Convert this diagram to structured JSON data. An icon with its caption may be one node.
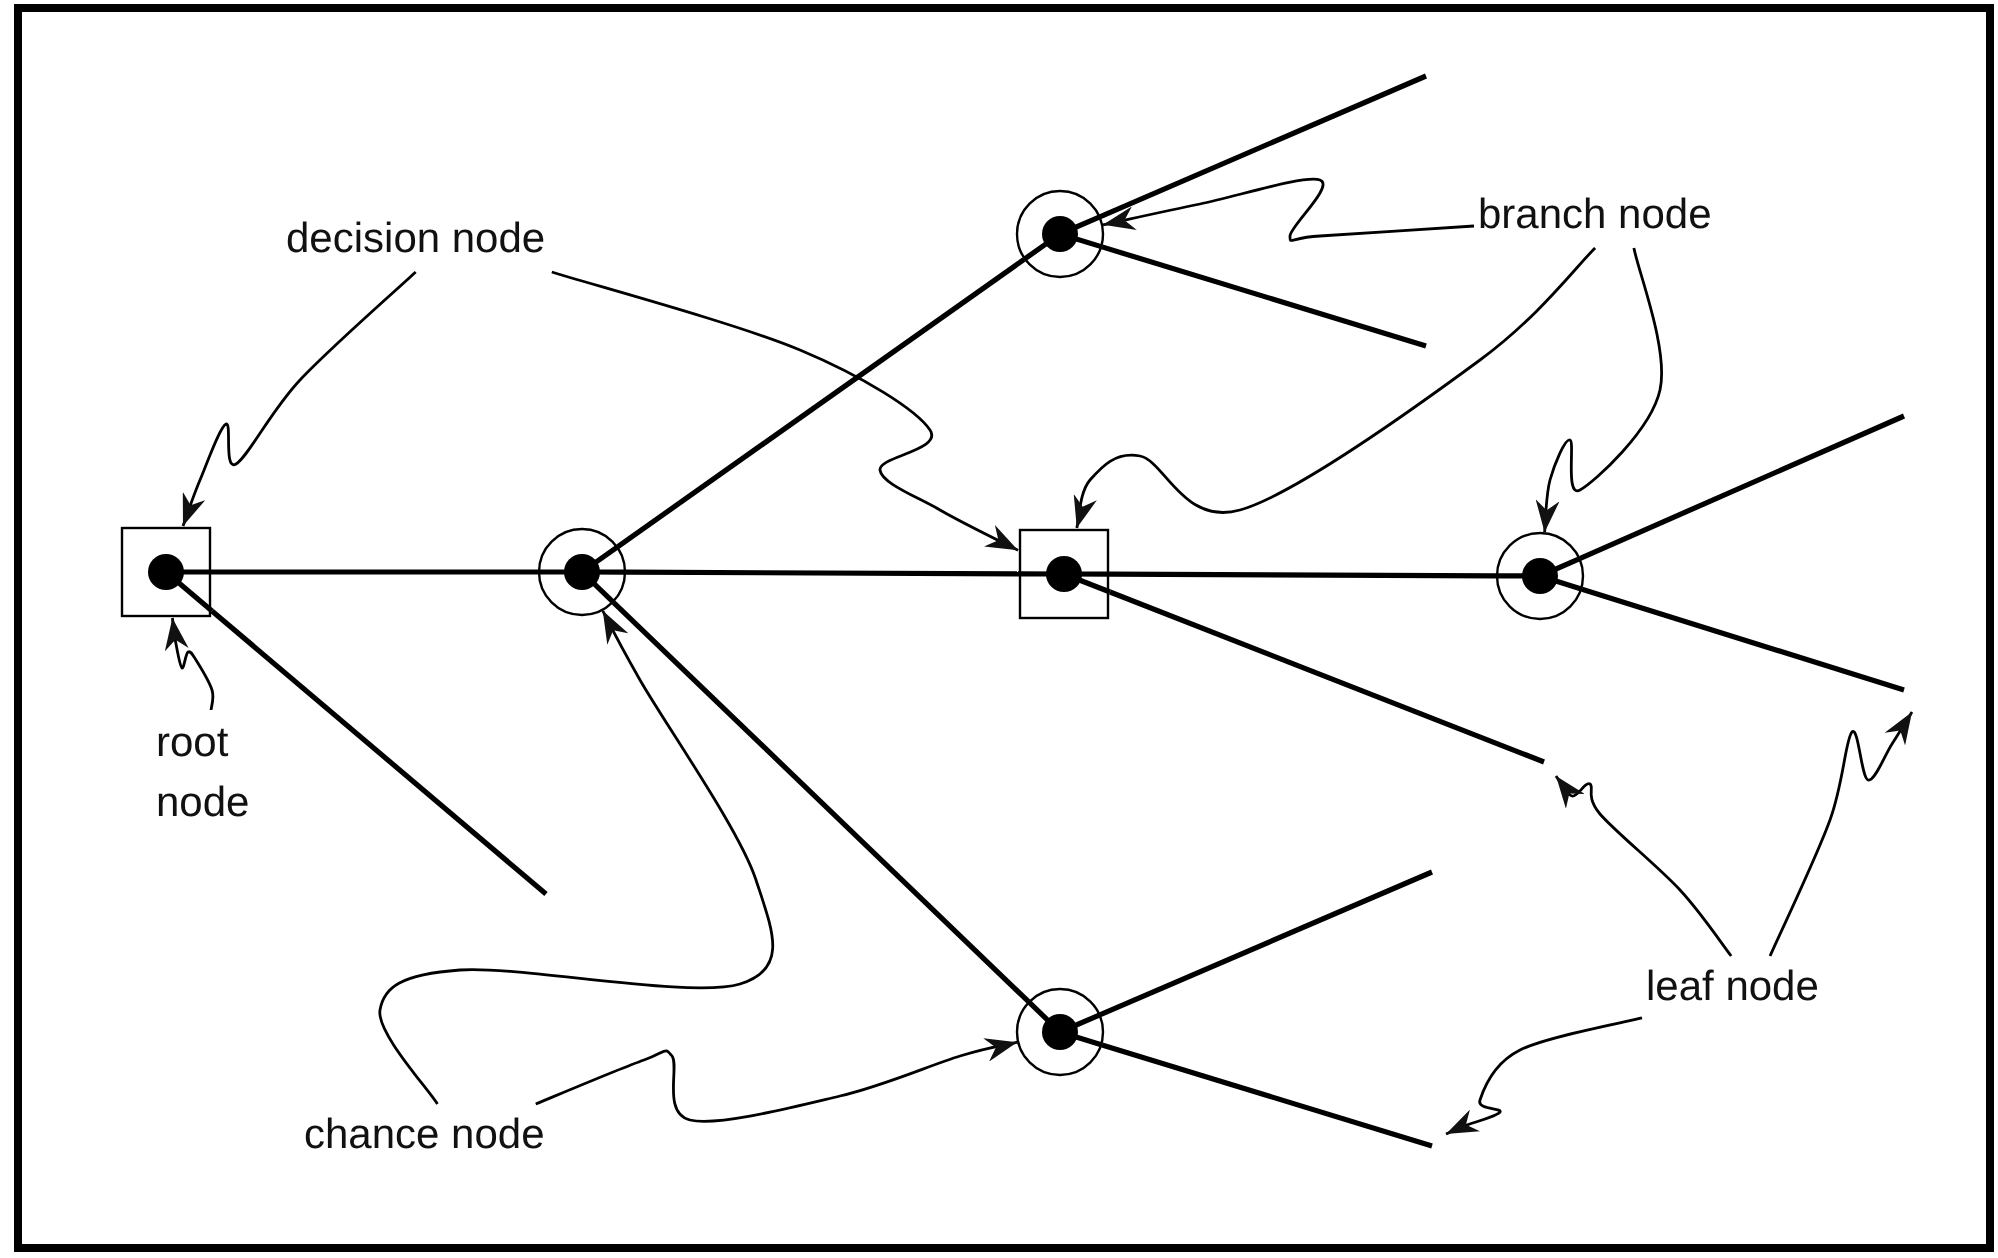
{
  "diagram": {
    "nodes": [
      {
        "text": [],
        "shape": "box"
      },
      {
        "text": [],
        "shape": "circle"
      },
      {
        "text": [],
        "shape": "circle"
      },
      {
        "text": [],
        "shape": "box"
      },
      {
        "text": [],
        "shape": "circle"
      },
      {
        "text": [],
        "shape": "circle"
      },
      {
        "text": [
          "decision node"
        ]
      },
      {
        "text": [
          "branch node"
        ]
      },
      {
        "text": [
          "root node"
        ]
      },
      {
        "text": [
          "chance node"
        ]
      },
      {
        "text": [
          "leaf node"
        ]
      }
    ],
    "edges": [
      {
        "from": 0,
        "to": 1,
        "arrow": "none"
      },
      {
        "from": 0,
        "to": null,
        "arrow": "none"
      },
      {
        "from": 1,
        "to": 2,
        "arrow": "none"
      },
      {
        "from": 1,
        "to": 3,
        "arrow": "none"
      },
      {
        "from": 1,
        "to": 5,
        "arrow": "none"
      },
      {
        "from": 2,
        "to": null,
        "arrow": "none"
      },
      {
        "from": 2,
        "to": null,
        "arrow": "none"
      },
      {
        "from": 3,
        "to": 4,
        "arrow": "none"
      },
      {
        "from": 3,
        "to": null,
        "arrow": "none"
      },
      {
        "from": 4,
        "to": null,
        "arrow": "none"
      },
      {
        "from": 4,
        "to": null,
        "arrow": "none"
      },
      {
        "from": 5,
        "to": null,
        "arrow": "none"
      },
      {
        "from": 5,
        "to": null,
        "arrow": "none"
      },
      {
        "from": 6,
        "to": 0,
        "arrow": "to"
      },
      {
        "from": 6,
        "to": 3,
        "arrow": "to"
      },
      {
        "from": 7,
        "to": 2,
        "arrow": "to"
      },
      {
        "from": 7,
        "to": 3,
        "arrow": "to"
      },
      {
        "from": 7,
        "to": 4,
        "arrow": "to"
      },
      {
        "from": 8,
        "to": 0,
        "arrow": "to"
      },
      {
        "from": 9,
        "to": 1,
        "arrow": "to"
      },
      {
        "from": 9,
        "to": 5,
        "arrow": "to"
      },
      {
        "from": 10,
        "to": null,
        "arrow": "to"
      },
      {
        "from": 10,
        "to": null,
        "arrow": "to"
      },
      {
        "from": 10,
        "to": null,
        "arrow": "to"
      }
    ]
  }
}
